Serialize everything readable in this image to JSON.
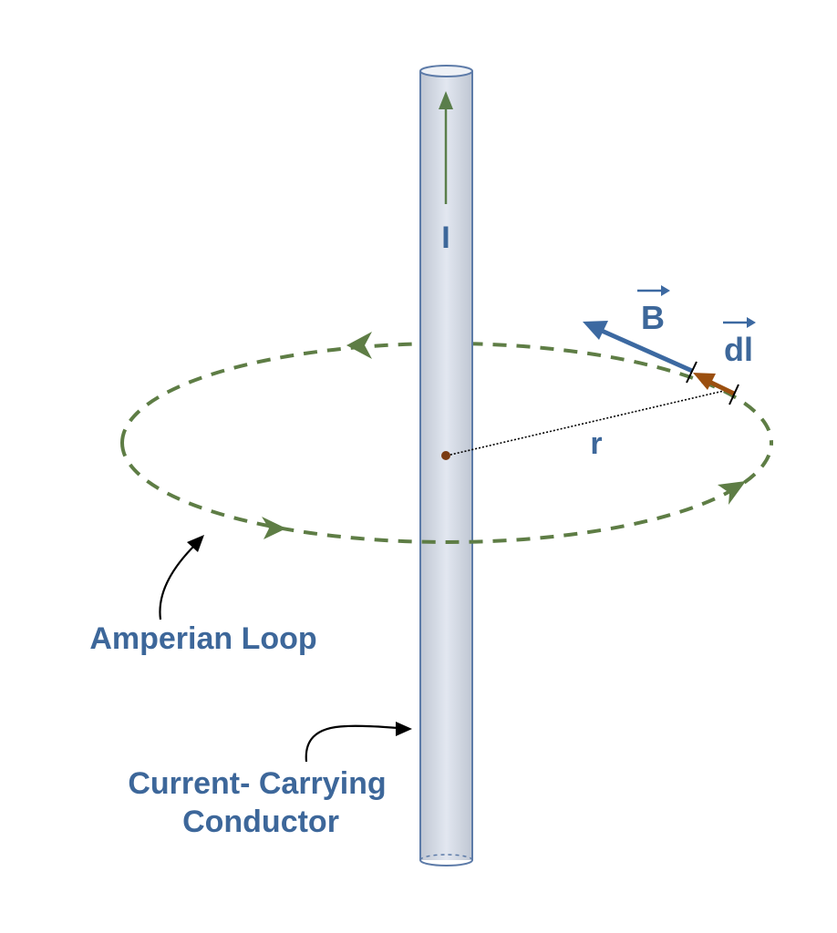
{
  "labels": {
    "current": "I",
    "magnetic_field": "B",
    "line_element": "dl",
    "radius": "r",
    "loop": "Amperian Loop",
    "conductor_line1": "Current- Carrying",
    "conductor_line2": "Conductor"
  },
  "colors": {
    "label_blue": "#3d679a",
    "field_blue": "#3c69a1",
    "loop_green": "#5e7d45",
    "current_green": "#5a7e4b",
    "dl_brown": "#9b4f0f",
    "center_dot": "#7a3b12",
    "conductor_outline": "#5d7ba8",
    "conductor_light": "#dde3ee",
    "conductor_dark": "#bcc3cf",
    "pointer_black": "#000000"
  }
}
